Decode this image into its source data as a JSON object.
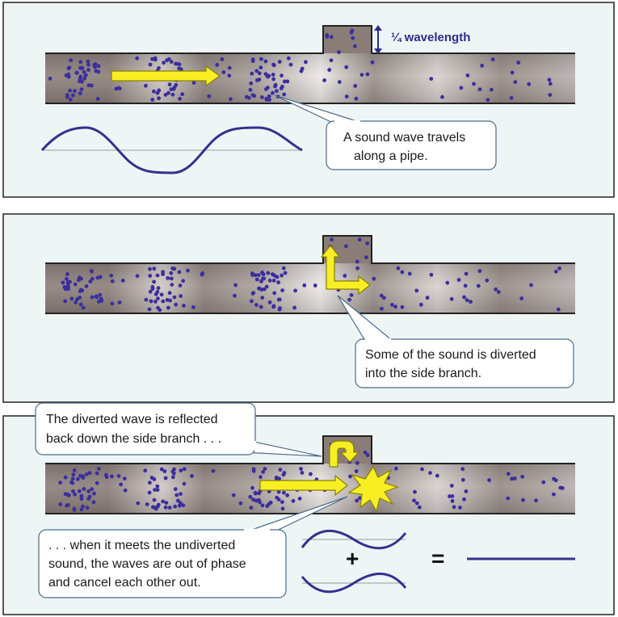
{
  "colors": {
    "panel_bg": "#eef6f5",
    "panel_border": "#222222",
    "pipe_dark": "#8a7d78",
    "pipe_light": "#e9e4e1",
    "particle": "#3a2f9e",
    "wave": "#34308f",
    "arrow_fill": "#f7ef23",
    "arrow_stroke": "#8a8000",
    "label": "#2e2a8c"
  },
  "panels": [
    {
      "quarter_wavelength_label": "¼ wavelength",
      "callout": [
        "A sound wave travels",
        "along a pipe."
      ]
    },
    {
      "callout": [
        "Some of the sound is diverted",
        "into the side branch."
      ]
    },
    {
      "callout_top": [
        "The diverted wave is reflected",
        "back down the side branch . . ."
      ],
      "callout_bottom": [
        ". . . when it meets the undiverted",
        "sound, the waves are out of phase",
        "and cancel each other out."
      ],
      "plus_symbol": "+",
      "equals_symbol": "="
    }
  ]
}
